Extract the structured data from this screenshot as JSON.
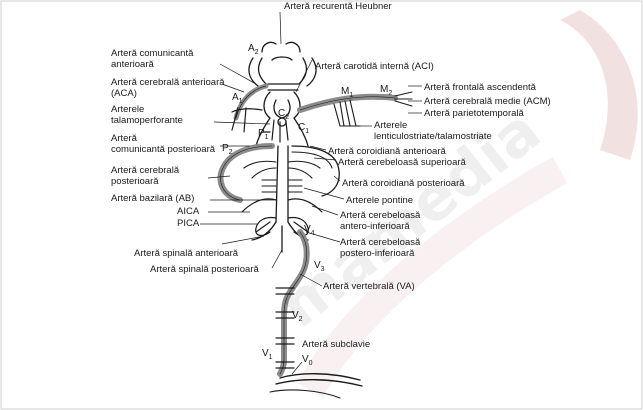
{
  "labels": {
    "heubner": "Arteră recurentă Heubner",
    "acom_l1": "Arteră comunicantă",
    "acom_l2": "anterioară",
    "aca_l1": "Arteră cerebrală anterioară",
    "aca_l2": "(ACA)",
    "tal_l1": "Arterele",
    "tal_l2": "talamoperforante",
    "pcom_l1": "Arteră",
    "pcom_l2": "comunicantă posterioară",
    "pca_l1": "Arteră cerebrală",
    "pca_l2": "posterioară",
    "basilar": "Arteră bazilară (AB)",
    "aica": "AICA",
    "pica": "PICA",
    "spinal_ant": "Arteră spinală anterioară",
    "spinal_post": "Arteră spinală posterioară",
    "ica": "Arteră carotidă internă (ACI)",
    "frontal_asc": "Arteră frontală ascendentă",
    "mca": "Arteră cerebrală medie (ACM)",
    "parieto": "Arteră parietotemporală",
    "lentic_l1": "Arterele",
    "lentic_l2": "lenticulostriate/talamostriate",
    "choroid_ant": "Arteră coroidiană anterioară",
    "sca": "Arteră cerebeloasă superioară",
    "choroid_post": "Arteră coroidiană posterioară",
    "pontine": "Arterele pontine",
    "aica_full_l1": "Arteră cerebeloasă",
    "aica_full_l2": "antero-inferioară",
    "pica_full_l1": "Arteră cerebeloasă",
    "pica_full_l2": "postero-inferioară",
    "vertebral": "Arteră vertebrală (VA)",
    "subclavian": "Arteră subclavie"
  },
  "segments": {
    "a1": {
      "letter": "A",
      "sub": "1"
    },
    "a2": {
      "letter": "A",
      "sub": "2"
    },
    "m1": {
      "letter": "M",
      "sub": "1"
    },
    "m2": {
      "letter": "M",
      "sub": "2"
    },
    "c1": {
      "letter": "C",
      "sub": "1"
    },
    "c2": {
      "letter": "C",
      "sub": "2"
    },
    "p1": {
      "letter": "P",
      "sub": "1"
    },
    "p2": {
      "letter": "P",
      "sub": "2"
    },
    "v0": {
      "letter": "V",
      "sub": "0"
    },
    "v1": {
      "letter": "V",
      "sub": "1"
    },
    "v2": {
      "letter": "V",
      "sub": "2"
    },
    "v3": {
      "letter": "V",
      "sub": "3"
    },
    "v4": {
      "letter": "V",
      "sub": "4"
    }
  },
  "watermark": "mamedia",
  "colors": {
    "artery_highlight": "#8c8c8c",
    "artery_outline": "#1a1a1a",
    "watermark_red": "#e8c9c9"
  }
}
